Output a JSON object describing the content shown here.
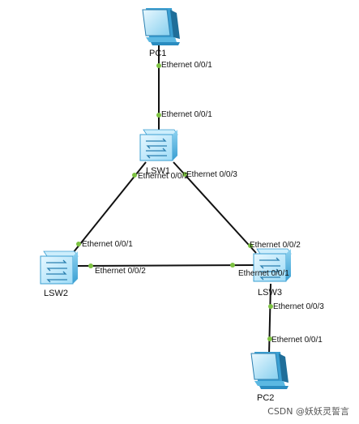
{
  "devices": {
    "pc1": {
      "name": "PC1"
    },
    "lsw1": {
      "name": "LSW1"
    },
    "lsw2": {
      "name": "LSW2"
    },
    "lsw3": {
      "name": "LSW3"
    },
    "pc2": {
      "name": "PC2"
    }
  },
  "links": [
    {
      "from": "pc1",
      "from_port": "Ethernet 0/0/1",
      "to": "lsw1",
      "to_port": "Ethernet 0/0/1"
    },
    {
      "from": "lsw1",
      "from_port": "Ethernet 0/0/2",
      "to": "lsw2",
      "to_port": "Ethernet 0/0/1"
    },
    {
      "from": "lsw1",
      "from_port": "Ethernet 0/0/3",
      "to": "lsw3",
      "to_port": "Ethernet 0/0/2"
    },
    {
      "from": "lsw2",
      "from_port": "Ethernet 0/0/2",
      "to": "lsw3",
      "to_port": "Ethernet 0/0/1"
    },
    {
      "from": "lsw3",
      "from_port": "Ethernet 0/0/3",
      "to": "pc2",
      "to_port": "Ethernet 0/0/1"
    }
  ],
  "watermark": "CSDN @妖妖灵誓言",
  "colors": {
    "link": "#111111",
    "port_dot": "#7dc242",
    "device_light": "#cdeefc",
    "device_mid": "#7fcdef",
    "device_dark": "#3a9fd2"
  }
}
